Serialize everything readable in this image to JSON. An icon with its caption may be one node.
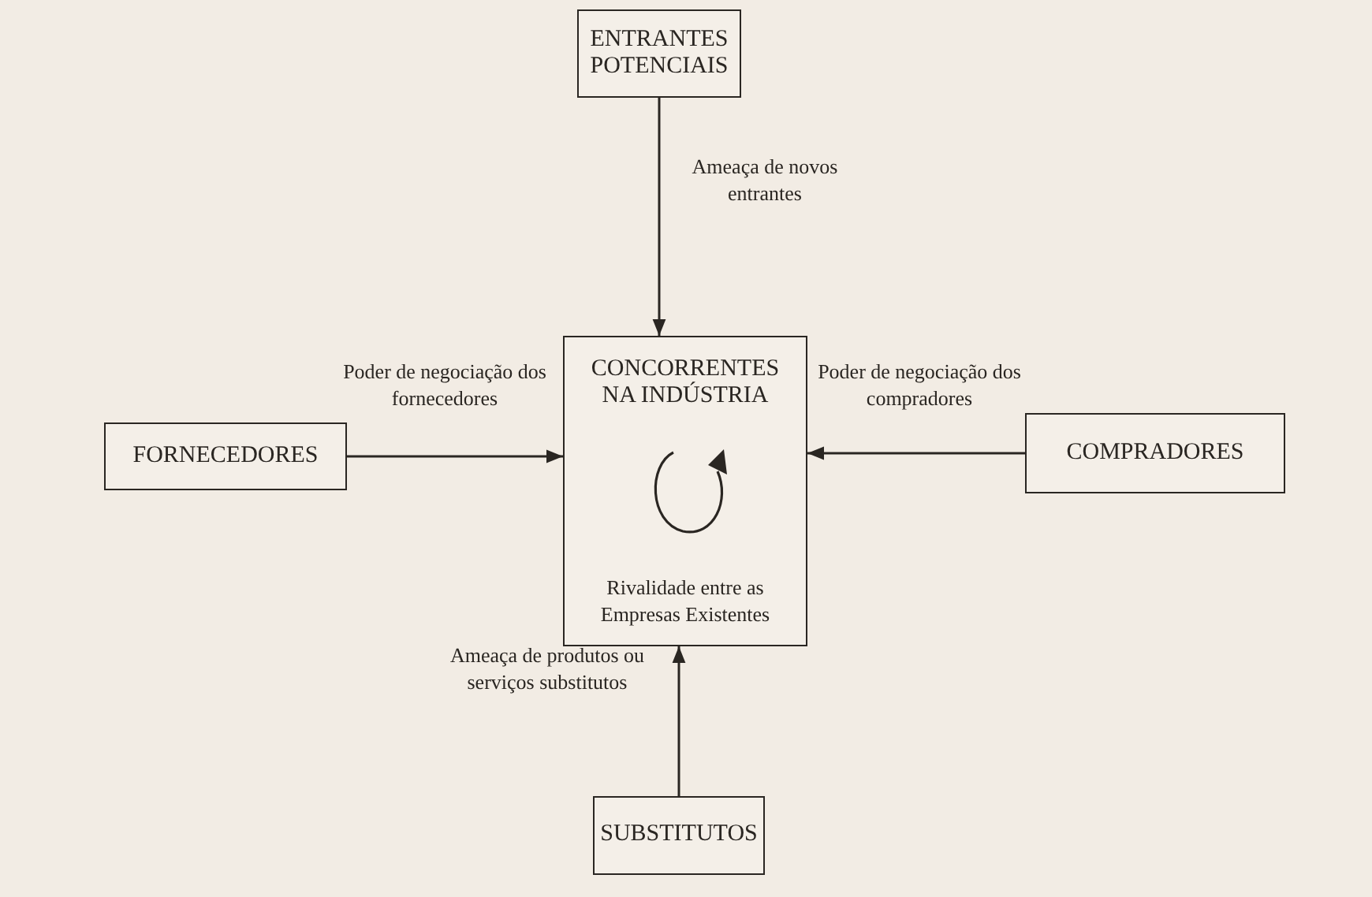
{
  "diagram": {
    "nodes": [
      {
        "text": [
          "ENTRANTES POTENCIAIS"
        ]
      },
      {
        "text": [
          "FORNECEDORES"
        ]
      },
      {
        "text": [
          "CONCORRENTES NA INDÚSTRIA",
          "Rivalidade entre as Empresas Existentes"
        ]
      },
      {
        "text": [
          "COMPRADORES"
        ]
      },
      {
        "text": [
          "SUBSTITUTOS"
        ]
      }
    ],
    "edges": [
      {
        "from": 0,
        "to": 2,
        "arrow": "to",
        "label": "Ameaça de novos entrantes"
      },
      {
        "from": 1,
        "to": 2,
        "arrow": "to",
        "label": "Poder de negociação dos fornecedores"
      },
      {
        "from": 3,
        "to": 2,
        "arrow": "to",
        "label": "Poder de negociação dos compradores"
      },
      {
        "from": 4,
        "to": 2,
        "arrow": "to",
        "label": "Ameaça de produtos ou serviços substitutos"
      }
    ]
  }
}
